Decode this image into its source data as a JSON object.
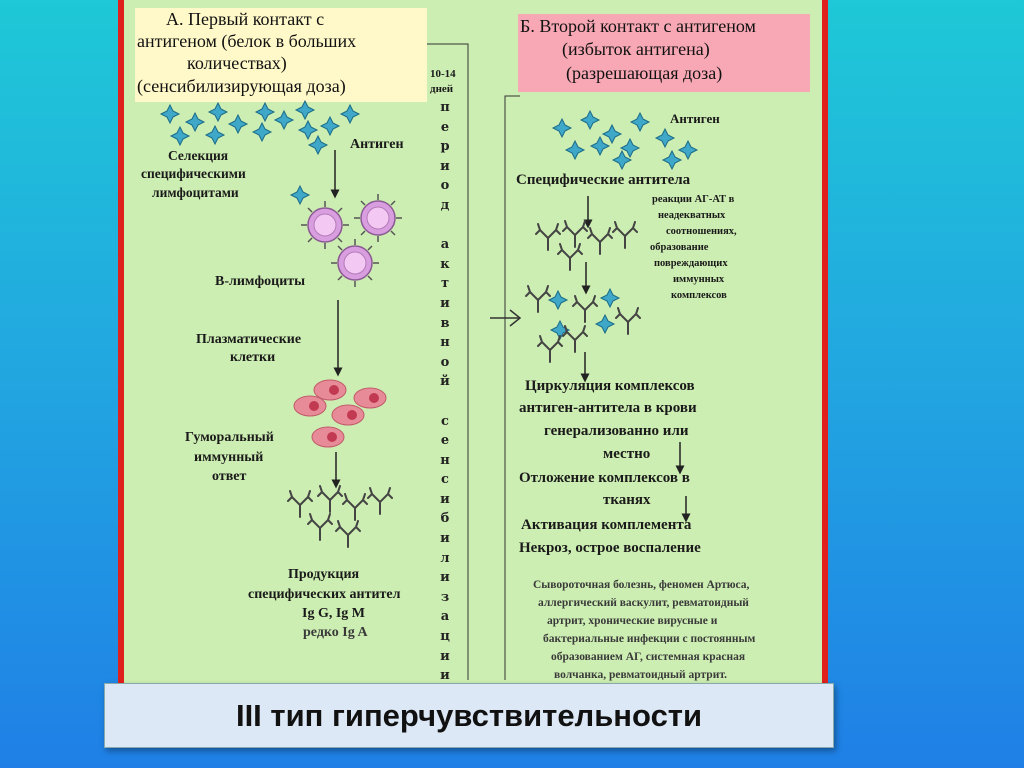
{
  "boxA": {
    "lines": [
      "А. Первый контакт с",
      "антигеном (белок в больших",
      "количествах)",
      "(сенсибилизирующая доза)"
    ]
  },
  "boxB": {
    "lines": [
      "Б. Второй контакт с антигеном",
      "(избыток антигена)",
      "(разрешающая доза)"
    ]
  },
  "period": {
    "days": "10-14",
    "days_word": "дней",
    "letters": [
      "п",
      "е",
      "р",
      "и",
      "о",
      "д",
      "",
      "а",
      "к",
      "т",
      "и",
      "в",
      "н",
      "о",
      "й",
      "",
      "с",
      "е",
      "н",
      "с",
      "и",
      "б",
      "и",
      "л",
      "и",
      "з",
      "а",
      "ц",
      "и",
      "и"
    ]
  },
  "left": {
    "antigen": "Антиген",
    "selection": [
      "Селекция",
      "специфическими",
      "лимфоцитами"
    ],
    "b_cells": "В-лимфоциты",
    "plasma": [
      "Плазматические",
      "клетки"
    ],
    "humoral": [
      "Гуморальный",
      "иммунный",
      "ответ"
    ],
    "production": [
      "Продукция",
      "специфических антител",
      "Ig G, Ig M",
      "редко Ig A"
    ]
  },
  "right": {
    "antigen": "Антиген",
    "antibodies": "Специфические антитела",
    "reaction": [
      "реакции АГ-АТ в",
      "неадекватных",
      "соотношениях,",
      "образование",
      "повреждающих",
      "иммунных",
      "комплексов"
    ],
    "circulation": [
      "Циркуляция комплексов",
      "антиген-антитела в крови",
      "генерализованно или",
      "местно"
    ],
    "deposition": [
      "Отложение комплексов в",
      "тканях"
    ],
    "complement": "Активация комплемента",
    "necrosis": "Некроз, острое воспаление",
    "diseases": [
      "Сывороточная болезнь, феномен Артюса,",
      "аллергический васкулит, ревматоидный",
      "артрит, хронические вирусные и",
      "бактериальные инфекции с постоянным",
      "образованием АГ, системная красная",
      "волчанка, ревматоидный артрит."
    ]
  },
  "footer": {
    "title": "III тип гиперчувствительности"
  },
  "colors": {
    "panel": "#cdeeb2",
    "border": "#e0201c",
    "box_a": "#fff8c8",
    "box_b": "#f8a8b4",
    "antigen": "#3fa8c8",
    "lymphocyte": "#e7aee8",
    "plasma": "#e88b98"
  }
}
